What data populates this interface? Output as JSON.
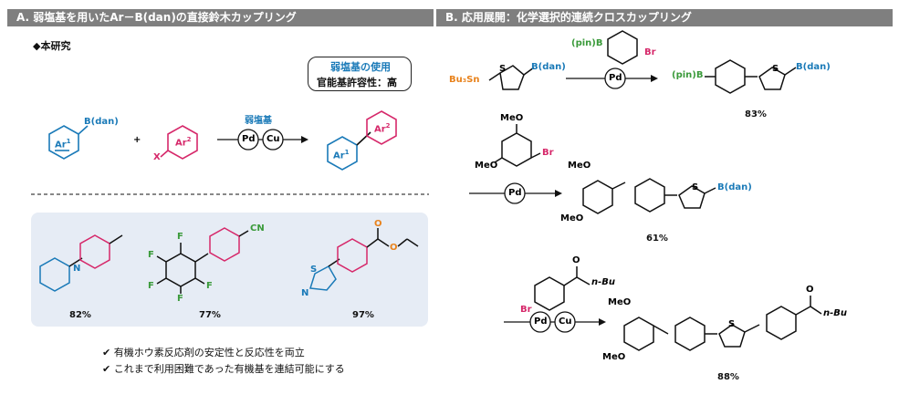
{
  "header_a": "A. 弱塩基を用いたAr－B(dan)の直接鈴木カップリング",
  "header_b": "B. 応用展開：化学選択的連続クロスカップリング",
  "study_label": "◆本研究",
  "box_line1": "弱塩基の使用",
  "box_line2": "官能基許容性：高",
  "scheme_a": {
    "bdan": "B(dan)",
    "ar1": "Ar",
    "ar1_sup": "1",
    "plus": "+",
    "x": "X",
    "ar2": "Ar",
    "ar2_sup": "2",
    "base_label": "弱塩基",
    "pd": "Pd",
    "cu": "Cu",
    "prod_ar1": "Ar",
    "prod_ar1_sup": "1",
    "prod_ar2": "Ar",
    "prod_ar2_sup": "2"
  },
  "examples": {
    "n": "N",
    "f_labels": [
      "F",
      "F",
      "F",
      "F",
      "F"
    ],
    "cn": "CN",
    "o_ester1": "O",
    "o_ester2": "O",
    "s": "S",
    "n2": "N",
    "yields": [
      "82%",
      "77%",
      "97%"
    ]
  },
  "bullets": [
    "✔ 有機ホウ素反応剤の安定性と反応性を両立",
    "✔ これまで利用困難であった有機基を連結可能にする"
  ],
  "scheme_b": {
    "step1": {
      "pinb_reagent": "(pin)B",
      "br": "Br",
      "bu3sn": "Bu₃Sn",
      "s": "S",
      "bdan": "B(dan)",
      "pd": "Pd",
      "prod_pinb": "(pin)B",
      "prod_s": "S",
      "prod_bdan": "B(dan)",
      "yield": "83%"
    },
    "step2": {
      "meo1": "MeO",
      "meo2": "MeO",
      "br": "Br",
      "pd": "Pd",
      "prod_meo1": "MeO",
      "prod_meo2": "MeO",
      "prod_s": "S",
      "prod_bdan": "B(dan)",
      "yield": "61%"
    },
    "step3": {
      "o": "O",
      "nbu": "n-Bu",
      "br": "Br",
      "pd": "Pd",
      "cu": "Cu",
      "prod_meo1": "MeO",
      "prod_meo2": "MeO",
      "prod_s": "S",
      "prod_o": "O",
      "prod_nbu": "n-Bu",
      "yield": "88%"
    }
  }
}
